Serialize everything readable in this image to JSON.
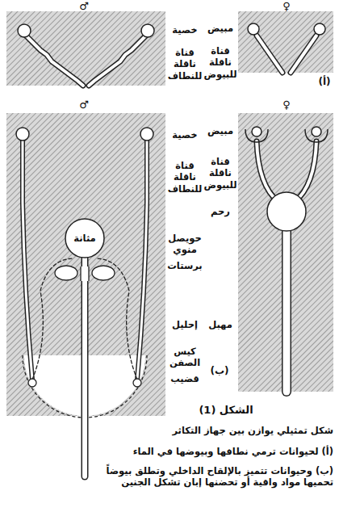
{
  "diagram": {
    "title": "الشكل (1)",
    "caption": "شكل تمثيلي يوازن بين جهاز التكاثر",
    "nodes": [
      {
        "text": [
          "مثانة"
        ]
      }
    ],
    "labels": [
      "♂",
      "♀",
      "خصية",
      "مبيض",
      "قناة ناقلة للنطاف",
      "قناة ناقلة للبيوض",
      "(أ)",
      "♂",
      "♀",
      "خصية",
      "مبيض",
      "قناة ناقلة للنطاف",
      "قناة ناقلة للبيوض",
      "رحم",
      "حويصل منوي",
      "برستات",
      "مهبل",
      "إحليل",
      "كيس الصفن",
      "قضيب",
      "(ب)",
      "(أ) لحيوانات ترمي نطافها وبيوضها في الماء",
      "(ب) وحيوانات تتميز بالإلقاح الداخلي وتطلق بيوضاً تحميها مواد واقية أو تحضنها إبان تشكل الجنين"
    ]
  }
}
